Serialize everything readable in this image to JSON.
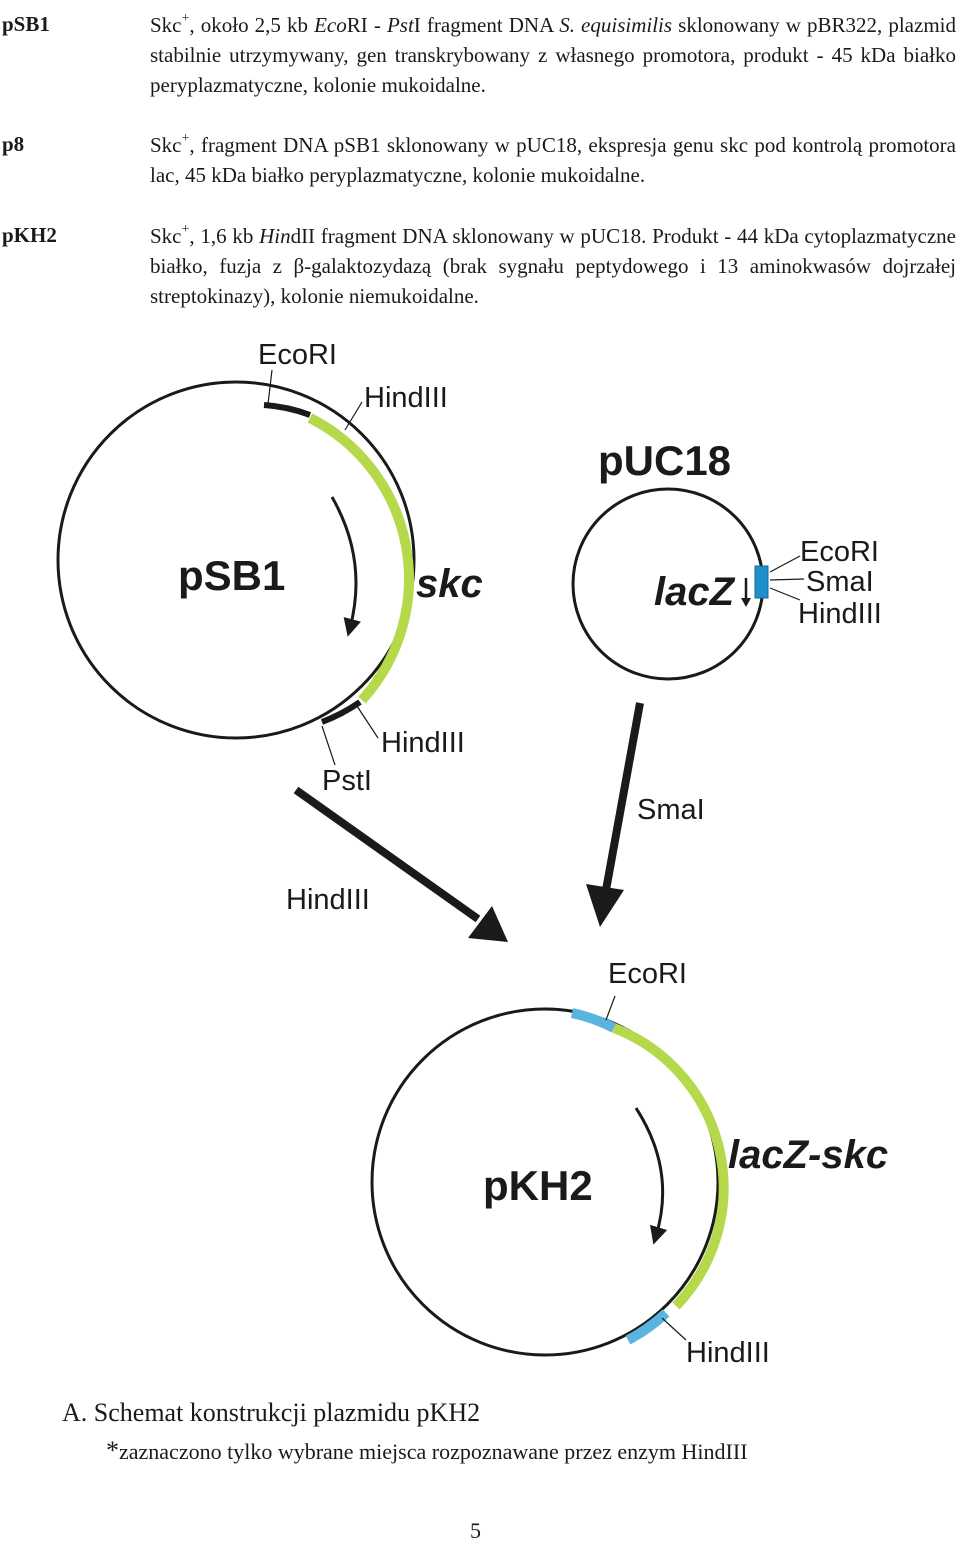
{
  "entries": [
    {
      "label": "pSB1",
      "prefix": "Skc",
      "sup": "+",
      "parts": [
        {
          "t": ", około 2,5 kb ",
          "i": false
        },
        {
          "t": "Eco",
          "i": true
        },
        {
          "t": "RI - ",
          "i": false
        },
        {
          "t": "Pst",
          "i": true
        },
        {
          "t": "I fragment DNA ",
          "i": false
        },
        {
          "t": "S. equisimilis",
          "i": true
        },
        {
          "t": " sklonowany w pBR322, plazmid stabilnie utrzymywany, gen transkrybowany z własnego promotora, produkt - 45 kDa białko peryplazmatyczne, kolonie mukoidalne.",
          "i": false
        }
      ]
    },
    {
      "label": "p8",
      "prefix": "Skc",
      "sup": "+",
      "parts": [
        {
          "t": ", fragment DNA pSB1 sklonowany w pUC18, ekspresja genu skc pod kontrolą promotora lac, 45 kDa białko peryplazmatyczne, kolonie mukoidalne.",
          "i": false
        }
      ]
    },
    {
      "label": "pKH2",
      "prefix": "Skc",
      "sup": "+",
      "parts": [
        {
          "t": ", 1,6 kb ",
          "i": false
        },
        {
          "t": "Hin",
          "i": true
        },
        {
          "t": "dII fragment DNA sklonowany w pUC18. Produkt - 44 kDa cytoplazmatyczne białko, fuzja z β-galaktozydazą (brak sygnału peptydowego i 13 aminokwasów dojrzałej streptokinazy), kolonie niemukoidalne.",
          "i": false
        }
      ]
    }
  ],
  "diagram": {
    "colors": {
      "insert": "#b5d94b",
      "mcs": "#5ab4e0",
      "mcs_dark": "#1e8fc8",
      "line": "#1a1a1a"
    },
    "psb1": {
      "name": "pSB1",
      "gene": "skc",
      "site_ecori": "EcoRI",
      "site_hind_top": "HindIII",
      "site_hind_bottom": "HindIII",
      "site_pst": "PstI"
    },
    "puc18": {
      "name": "pUC18",
      "gene": "lacZ",
      "mcs_sites": [
        "EcoRI",
        "SmaI",
        "HindIII"
      ]
    },
    "arrows": {
      "left_label": "HindIII",
      "right_label": "SmaI"
    },
    "pkh2": {
      "name": "pKH2",
      "gene": "lacZ-skc",
      "site_top": "EcoRI",
      "site_bottom": "HindIII"
    }
  },
  "caption": "A. Schemat konstrukcji plazmidu pKH2",
  "note_star": "*",
  "note": "zaznaczono tylko wybrane miejsca rozpoznawane przez enzym HindIII",
  "page_number": "5"
}
